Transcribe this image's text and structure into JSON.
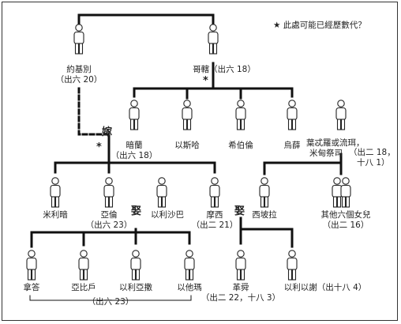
{
  "note": "★ 此處可能已經歷數代？",
  "star": "*",
  "marry": "娶",
  "married": "嫁",
  "people": {
    "jochebed": {
      "name": "約基別",
      "ref": "（出六 20）"
    },
    "kohath": {
      "name": "哥轄",
      "ref": "（出六 18）"
    },
    "amram": {
      "name": "暗蘭",
      "ref": "（出六 18）"
    },
    "izhar": {
      "name": "以斯哈"
    },
    "hebron": {
      "name": "希伯倫"
    },
    "uzziel": {
      "name": "烏薛"
    },
    "jethro": {
      "name_line1": "葉忒羅或流珥，",
      "name_line2": "米甸祭司",
      "ref_line1": "（出二 18，",
      "ref_line2": "十八 1）"
    },
    "miriam": {
      "name": "米利暗"
    },
    "aaron": {
      "name": "亞倫",
      "ref": "（出六 23）"
    },
    "elisheba": {
      "name": "以利沙巴"
    },
    "moses": {
      "name": "摩西",
      "ref": "（出二 21）"
    },
    "zipporah": {
      "name": "西坡拉"
    },
    "daughters": {
      "name": "其他六個女兒",
      "ref": "（出二 16）"
    },
    "nadab": {
      "name": "拿答"
    },
    "abihu": {
      "name": "亞比戶"
    },
    "eleazar": {
      "name": "以利亞撒"
    },
    "ithamar": {
      "name": "以他瑪"
    },
    "sons_ref": "（出六 23）",
    "gershom": {
      "name": "革舜",
      "ref": "（出二 22，十八 3）"
    },
    "eliezer": {
      "name": "以利以謝",
      "ref": "（出十八 4）"
    }
  }
}
